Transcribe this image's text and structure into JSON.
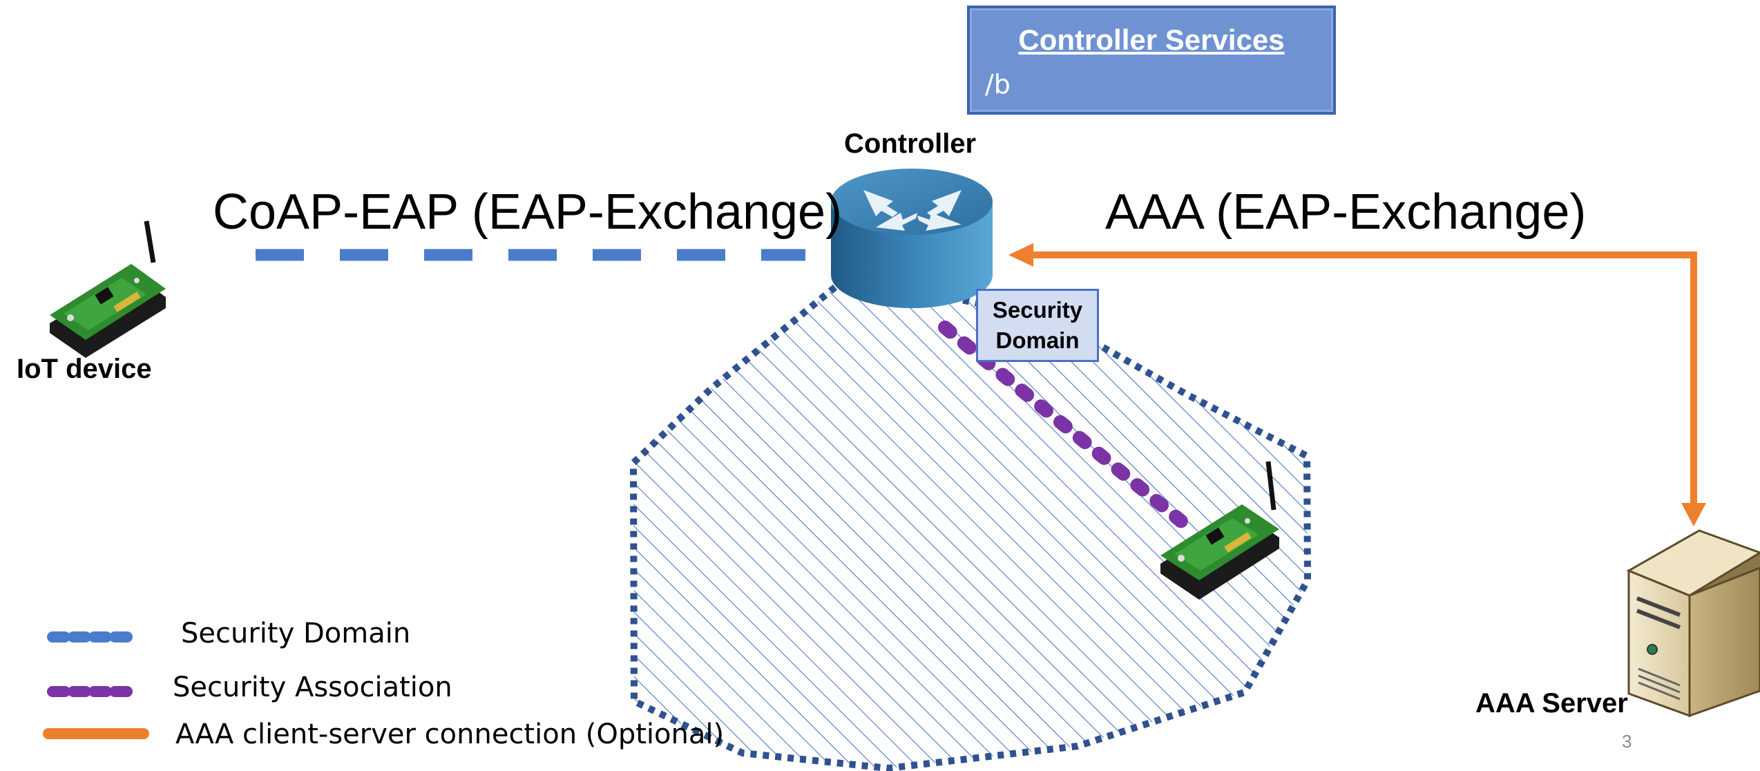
{
  "controller_services": {
    "title": "Controller Services",
    "subtitle": "/b"
  },
  "labels": {
    "controller": "Controller",
    "coap_eap": "CoAP-EAP (EAP-Exchange)",
    "aaa_eap": "AAA (EAP-Exchange)",
    "iot_device": "IoT device",
    "security_domain_box": [
      "Security",
      "Domain"
    ],
    "aaa_server": "AAA Server"
  },
  "legend": [
    {
      "label": "Security Domain",
      "color": "#4a7ccb",
      "style": "dashed"
    },
    {
      "label": "Security Association",
      "color": "#7b33a6",
      "style": "dotted"
    },
    {
      "label": "AAA client-server connection (Optional)",
      "color": "#ee7f2e",
      "style": "solid"
    }
  ],
  "page_number": "3",
  "colors": {
    "blue": "#4a7ccb",
    "purple": "#7b33a6",
    "orange": "#ee7f2e",
    "domain_border": "#2f528f",
    "router": "#2d6a99"
  },
  "icons": [
    "router-icon",
    "iot-board-icon",
    "server-icon"
  ]
}
